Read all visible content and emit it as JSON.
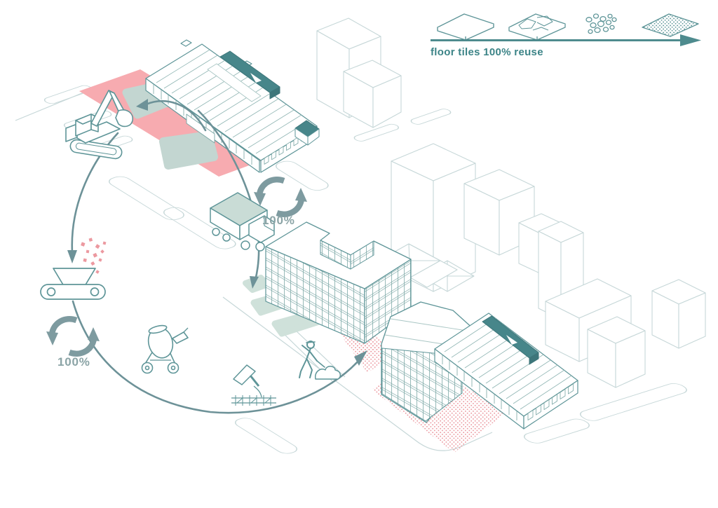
{
  "legend": {
    "caption": "floor tiles 100% reuse",
    "stages": [
      {
        "icon": "intact-tile-icon"
      },
      {
        "icon": "cracked-tile-icon"
      },
      {
        "icon": "aggregate-icon"
      },
      {
        "icon": "speckled-tile-icon"
      }
    ]
  },
  "labels": {
    "transport_cycle": "100%",
    "processing_cycle": "100%"
  },
  "colors": {
    "outline_teal": "#5e9598",
    "accent_dark_teal": "#47868a",
    "flow_arrow": "#6d9298",
    "recycle_glyph": "#7e9ba0",
    "percent_label": "#8ba4a6",
    "caption_text": "#3c8487",
    "demolition_pink": "#f7abb0",
    "stipple_pink": "#eb9aa1",
    "slab_grey_green": "#c3d6d1",
    "new_floor_green": "#cfe1da",
    "background_line": "#c6d7d8"
  }
}
